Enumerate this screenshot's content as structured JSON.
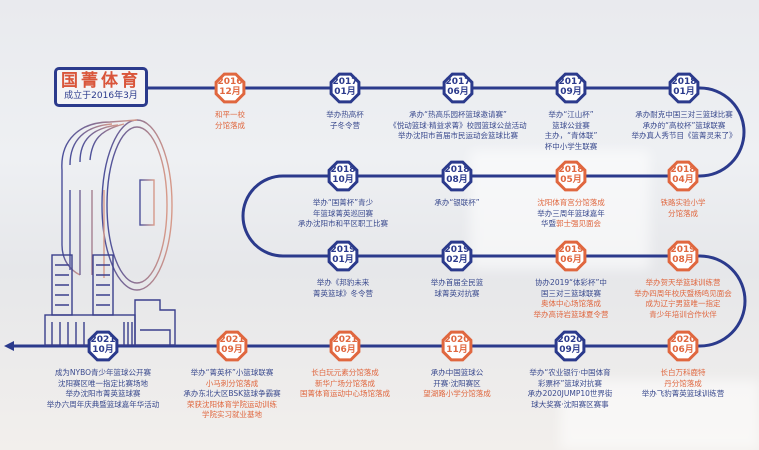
{
  "colors": {
    "blue": "#2b3a8c",
    "orange": "#e0673f"
  },
  "logo": {
    "title": "国菁体育",
    "subtitle": "成立于2016年3月"
  },
  "events": [
    {
      "year": "2016",
      "month": "12月",
      "accent": "orange",
      "lines": [
        [
          {
            "t": "和平一校",
            "o": 1
          }
        ],
        [
          {
            "t": "分馆落成",
            "o": 1
          }
        ]
      ]
    },
    {
      "year": "2017",
      "month": "01月",
      "accent": "blue",
      "lines": [
        [
          {
            "t": "举办热高杯"
          }
        ],
        [
          {
            "t": "子冬令营"
          }
        ]
      ]
    },
    {
      "year": "2017",
      "month": "06月",
      "accent": "blue",
      "lines": [
        [
          {
            "t": "承办“热高乐园杯篮球邀请赛”"
          }
        ],
        [
          {
            "t": "《悦动篮球·精益求菁》校园篮球公益活动"
          }
        ],
        [
          {
            "t": "举办沈阳市首届市民运动会篮球比赛"
          }
        ]
      ]
    },
    {
      "year": "2017",
      "month": "09月",
      "accent": "blue",
      "lines": [
        [
          {
            "t": "举办“江山杯”"
          }
        ],
        [
          {
            "t": "篮球公益赛"
          }
        ],
        [
          {
            "t": "主办，“青体联”"
          }
        ],
        [
          {
            "t": "杯中小学生联赛"
          }
        ]
      ]
    },
    {
      "year": "2018",
      "month": "01月",
      "accent": "blue",
      "lines": [
        [
          {
            "t": "承办耐克中国三对三篮球比赛"
          }
        ],
        [
          {
            "t": "承办的“高校杯”篮球联赛"
          }
        ],
        [
          {
            "t": "举办真人秀节目《篮菁灵来了》"
          }
        ]
      ]
    },
    {
      "year": "2018",
      "month": "04月",
      "accent": "orange",
      "lines": [
        [
          {
            "t": "铁路实验小学",
            "o": 1
          }
        ],
        [
          {
            "t": "分馆落成",
            "o": 1
          }
        ]
      ]
    },
    {
      "year": "2018",
      "month": "05月",
      "accent": "orange",
      "lines": [
        [
          {
            "t": "沈阳体育宫分馆落成",
            "o": 1
          }
        ],
        [
          {
            "t": "举办三周年篮球嘉年"
          }
        ],
        [
          {
            "t": "华暨"
          },
          {
            "t": "郭士强见面会",
            "o": 1
          }
        ]
      ]
    },
    {
      "year": "2018",
      "month": "08月",
      "accent": "blue",
      "lines": [
        [
          {
            "t": "承办“银联杯”"
          }
        ]
      ]
    },
    {
      "year": "2018",
      "month": "10月",
      "accent": "blue",
      "lines": [
        [
          {
            "t": "举办“国菁杯”青少"
          }
        ],
        [
          {
            "t": "年篮球菁英巡回赛"
          }
        ],
        [
          {
            "t": "承办沈阳市和平区职工比赛"
          }
        ]
      ]
    },
    {
      "year": "2019",
      "month": "01月",
      "accent": "blue",
      "lines": [
        [
          {
            "t": "举办《邦豹未来"
          }
        ],
        [
          {
            "t": "菁英篮球》冬令营"
          }
        ]
      ]
    },
    {
      "year": "2019",
      "month": "02月",
      "accent": "blue",
      "lines": [
        [
          {
            "t": "举办首届全民篮"
          }
        ],
        [
          {
            "t": "球菁英对抗赛"
          }
        ]
      ]
    },
    {
      "year": "2019",
      "month": "06月",
      "accent": "orange",
      "lines": [
        [
          {
            "t": "协办2019“体彩杯”中"
          }
        ],
        [
          {
            "t": "国三对三篮球联赛"
          }
        ],
        [
          {
            "t": "奥体中心场馆落成",
            "o": 1
          }
        ],
        [
          {
            "t": "举办高诗岩篮球夏令营",
            "o": 1
          }
        ]
      ]
    },
    {
      "year": "2019",
      "month": "08月",
      "accent": "orange",
      "lines": [
        [
          {
            "t": "举办贺天举篮球训练营",
            "o": 1
          }
        ],
        [
          {
            "t": "举办四周年校庆暨杨鸣见面会",
            "o": 1
          }
        ],
        [
          {
            "t": "成为辽宁男篮唯一指定",
            "o": 1
          }
        ],
        [
          {
            "t": "青少年培训合作伙伴",
            "o": 1
          }
        ]
      ]
    },
    {
      "year": "2020",
      "month": "06月",
      "accent": "orange",
      "lines": [
        [
          {
            "t": "长白万科鹿特",
            "o": 1
          }
        ],
        [
          {
            "t": "丹分馆落成",
            "o": 1
          }
        ],
        [
          {
            "t": "举办飞豹菁英篮球训练营"
          }
        ]
      ]
    },
    {
      "year": "2020",
      "month": "09月",
      "accent": "blue",
      "lines": [
        [
          {
            "t": "举办“农业银行·中国体育"
          }
        ],
        [
          {
            "t": "彩票杯”篮球对抗赛"
          }
        ],
        [
          {
            "t": "承办2020JUMP10世界街"
          }
        ],
        [
          {
            "t": "球大奖赛·沈阳赛区赛事"
          }
        ]
      ]
    },
    {
      "year": "2020",
      "month": "11月",
      "accent": "orange",
      "lines": [
        [
          {
            "t": "承办中国篮球公"
          }
        ],
        [
          {
            "t": "开赛·沈阳赛区"
          }
        ],
        [
          {
            "t": "望湖路小学分馆落成",
            "o": 1
          }
        ]
      ]
    },
    {
      "year": "2021",
      "month": "06月",
      "accent": "orange",
      "lines": [
        [
          {
            "t": "长白玩元素分馆落成",
            "o": 1
          }
        ],
        [
          {
            "t": "新华广场分馆落成",
            "o": 1
          }
        ],
        [
          {
            "t": "国菁体育运动中心场馆落成",
            "o": 1
          }
        ]
      ]
    },
    {
      "year": "2021",
      "month": "09月",
      "accent": "orange",
      "lines": [
        [
          {
            "t": "举办“菁英杯”小篮球联赛"
          }
        ],
        [
          {
            "t": "小马刺分馆落成",
            "o": 1
          }
        ],
        [
          {
            "t": "承办东北大区BSK篮球争霸赛"
          }
        ],
        [
          {
            "t": "荣获沈阳体育学院运动训练",
            "o": 1
          }
        ],
        [
          {
            "t": "学院实习就业基地",
            "o": 1
          }
        ]
      ]
    },
    {
      "year": "2021",
      "month": "10月",
      "accent": "blue",
      "lines": [
        [
          {
            "t": "成为NYBO青少年篮球公开赛"
          }
        ],
        [
          {
            "t": "沈阳赛区唯一指定比赛场地"
          }
        ],
        [
          {
            "t": "举办沈阳市菁英篮球赛"
          }
        ],
        [
          {
            "t": "举办六周年庆典暨篮球嘉年华活动"
          }
        ]
      ]
    }
  ]
}
